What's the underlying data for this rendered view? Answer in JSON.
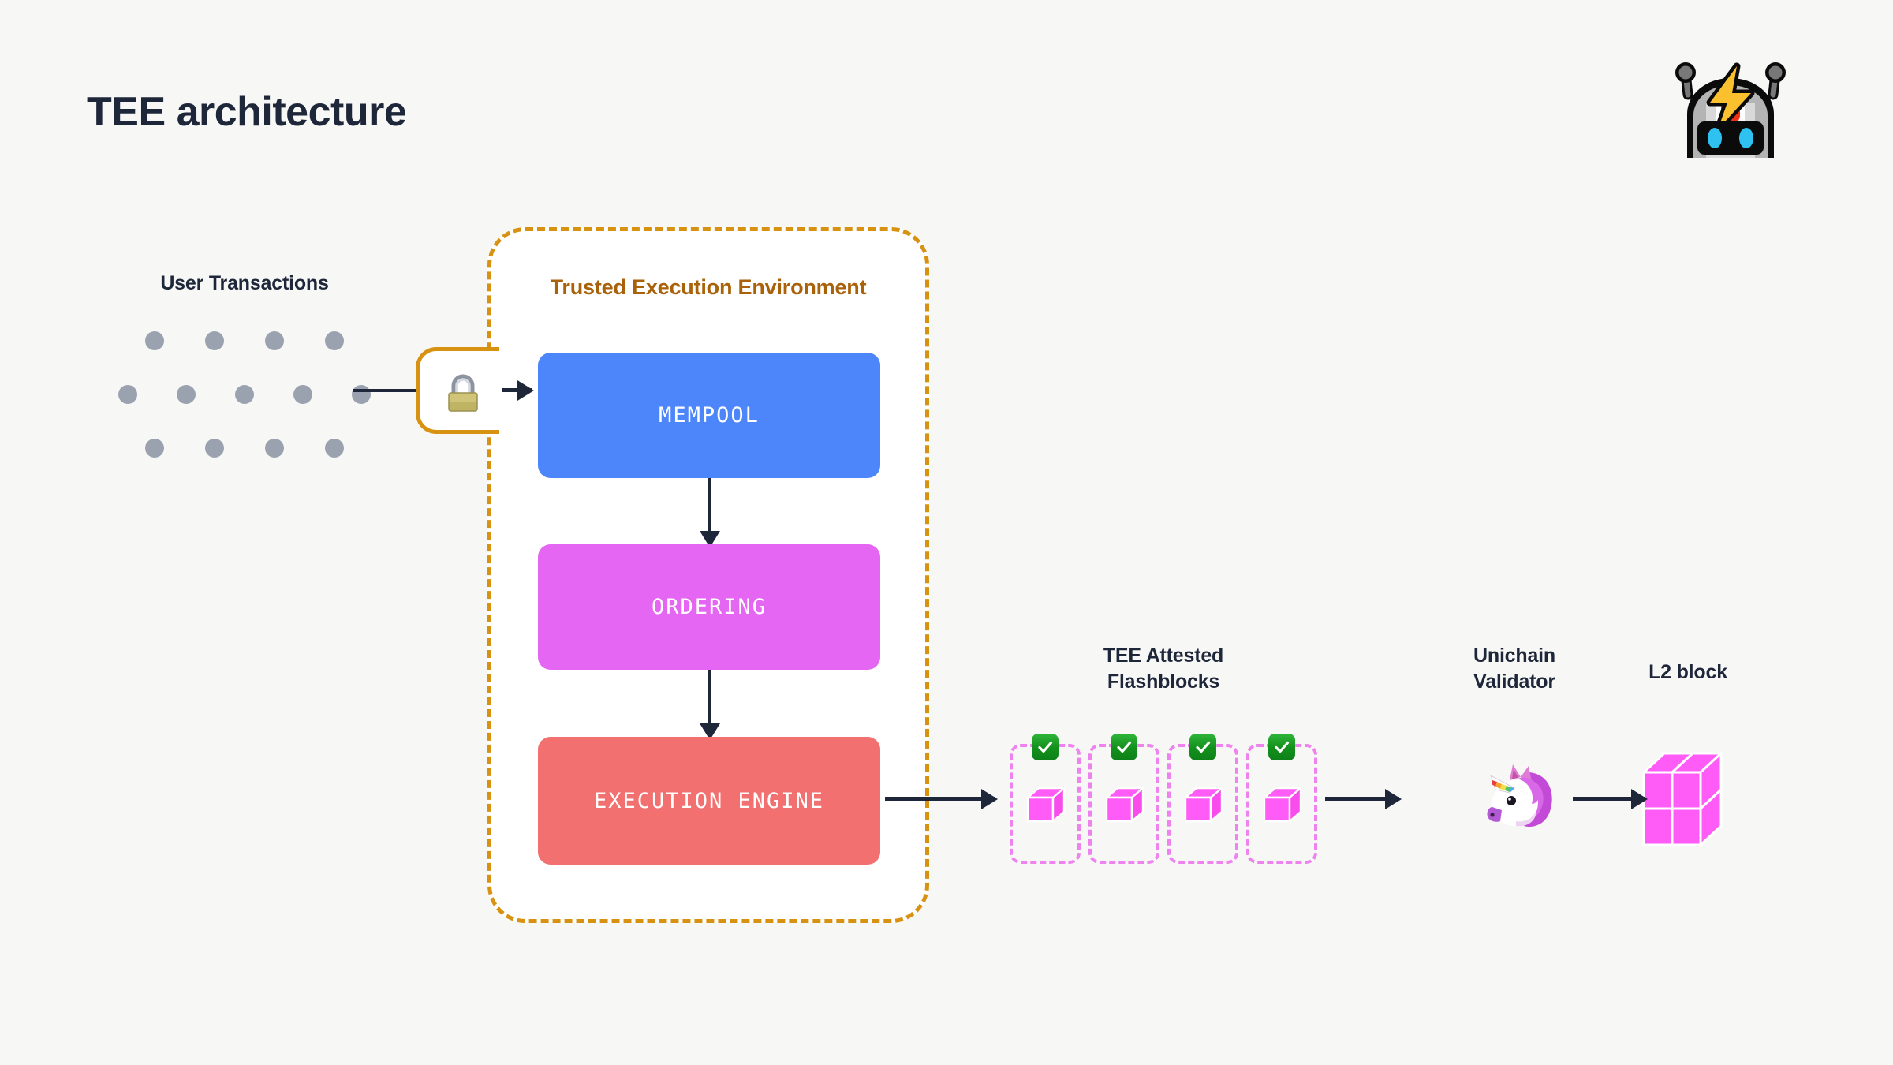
{
  "page": {
    "title": "TEE architecture",
    "background_color": "#F7F7F6"
  },
  "logo": {
    "name": "flashbots-robot-logo",
    "icon": "robot-head-with-lightning-bolt-icon"
  },
  "inputs": {
    "label": "User Transactions",
    "dot_rows": [
      4,
      5,
      4
    ],
    "dot_color": "#9AA2AF"
  },
  "lock": {
    "icon": "padlock-icon",
    "glyph": "🔒",
    "border_color": "#D89211"
  },
  "tee": {
    "title": "Trusted Execution Environment",
    "title_color": "#A96209",
    "border_color": "#D89211",
    "stages": [
      {
        "label": "MEMPOOL",
        "color": "#4C86FA"
      },
      {
        "label": "ORDERING",
        "color": "#E566F2"
      },
      {
        "label": "EXECUTION ENGINE",
        "color": "#F27070"
      }
    ]
  },
  "flashblocks": {
    "label_line1": "TEE Attested",
    "label_line2": "Flashblocks",
    "count": 4,
    "border_color": "#EE82EE",
    "cube_color": "#FF5CF7",
    "badge_color": "#13901C",
    "badge_icon": "green-check-badge-icon"
  },
  "validator": {
    "label_line1": "Unichain",
    "label_line2": "Validator",
    "icon": "unicorn-icon",
    "glyph": "🦄"
  },
  "l2": {
    "label": "L2 block",
    "icon": "l2-block-cube-icon",
    "color": "#FF5CF7"
  },
  "arrow_color": "#1E2639"
}
